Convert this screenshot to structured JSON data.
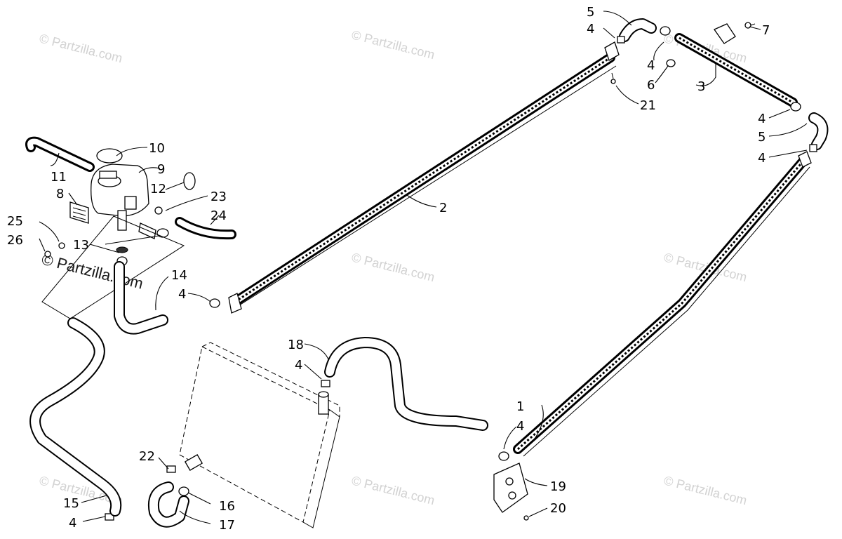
{
  "watermark": {
    "text": "© Partzilla.com",
    "main_text": "© Partzilla.com"
  },
  "callouts": [
    {
      "id": "c1",
      "label": "1"
    },
    {
      "id": "c2",
      "label": "2"
    },
    {
      "id": "c3",
      "label": "3"
    },
    {
      "id": "c4a",
      "label": "4"
    },
    {
      "id": "c4b",
      "label": "4"
    },
    {
      "id": "c4c",
      "label": "4"
    },
    {
      "id": "c4d",
      "label": "4"
    },
    {
      "id": "c4e",
      "label": "4"
    },
    {
      "id": "c4f",
      "label": "4"
    },
    {
      "id": "c4g",
      "label": "4"
    },
    {
      "id": "c4h",
      "label": "4"
    },
    {
      "id": "c5a",
      "label": "5"
    },
    {
      "id": "c5b",
      "label": "5"
    },
    {
      "id": "c6",
      "label": "6"
    },
    {
      "id": "c7",
      "label": "7"
    },
    {
      "id": "c8",
      "label": "8"
    },
    {
      "id": "c9",
      "label": "9"
    },
    {
      "id": "c10",
      "label": "10"
    },
    {
      "id": "c11",
      "label": "11"
    },
    {
      "id": "c12",
      "label": "12"
    },
    {
      "id": "c13",
      "label": "13"
    },
    {
      "id": "c14",
      "label": "14"
    },
    {
      "id": "c15",
      "label": "15"
    },
    {
      "id": "c16",
      "label": "16"
    },
    {
      "id": "c17",
      "label": "17"
    },
    {
      "id": "c18",
      "label": "18"
    },
    {
      "id": "c19",
      "label": "19"
    },
    {
      "id": "c20",
      "label": "20"
    },
    {
      "id": "c21",
      "label": "21"
    },
    {
      "id": "c22",
      "label": "22"
    },
    {
      "id": "c23",
      "label": "23"
    },
    {
      "id": "c24",
      "label": "24"
    },
    {
      "id": "c25",
      "label": "25"
    },
    {
      "id": "c26",
      "label": "26"
    }
  ]
}
